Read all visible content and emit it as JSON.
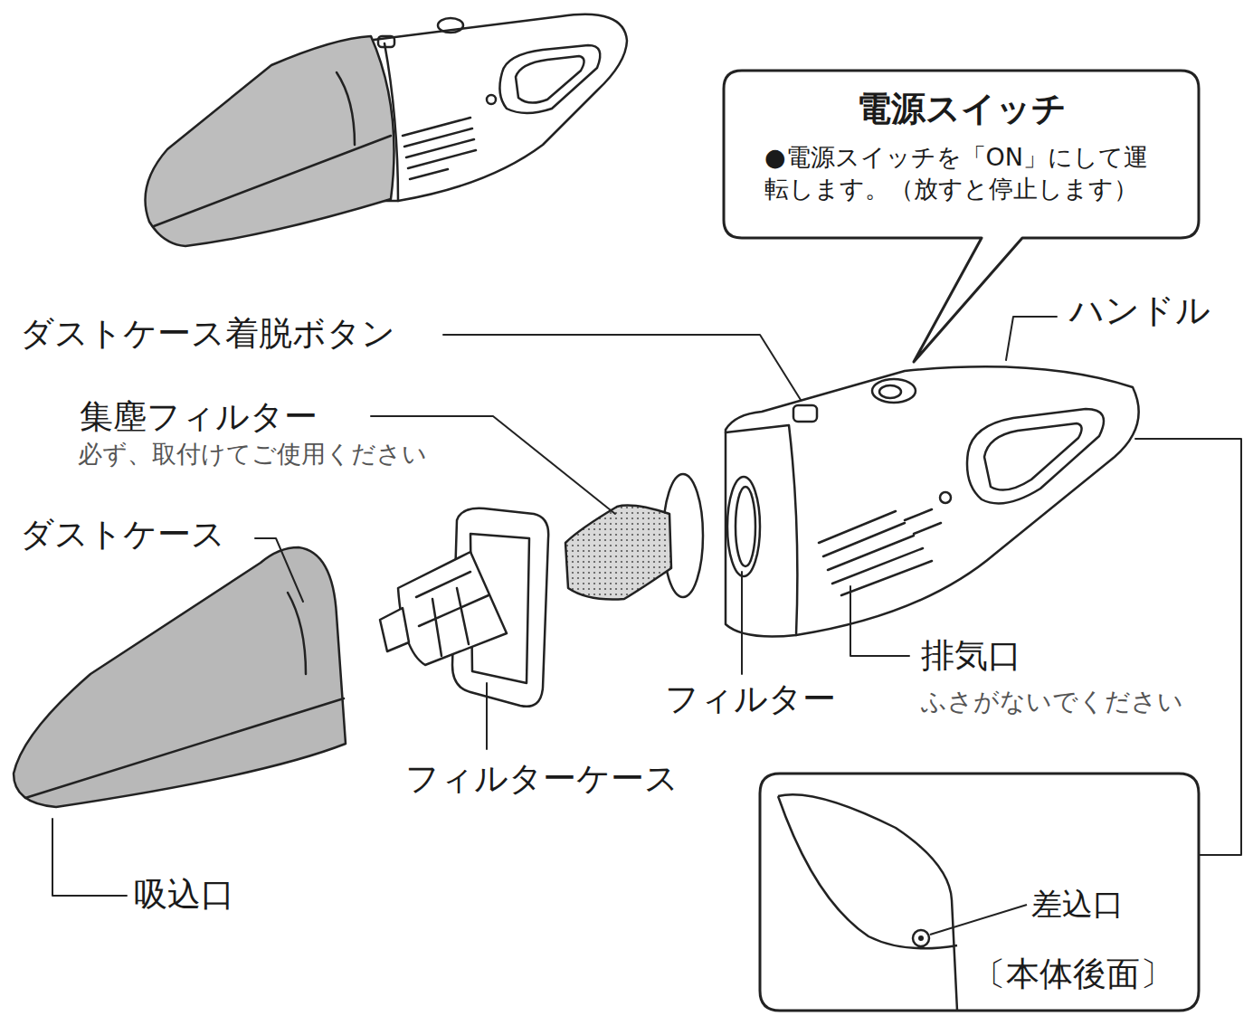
{
  "diagram": {
    "nodes": [
      {
        "text": [
          "電源スイッチ",
          "●電源スイッチを「ON」にして運転します。（放すと停止します）"
        ]
      },
      {
        "text": [
          "差込口",
          "〔本体後面〕"
        ]
      }
    ],
    "labels": [
      "ハンドル",
      "ダストケース着脱ボタン",
      "集塵フィルター",
      "必ず、取付けてご使用ください",
      "ダストケース",
      "フィルターケース",
      "フィルター",
      "排気口",
      "ふさがないでください",
      "吸込口"
    ]
  }
}
